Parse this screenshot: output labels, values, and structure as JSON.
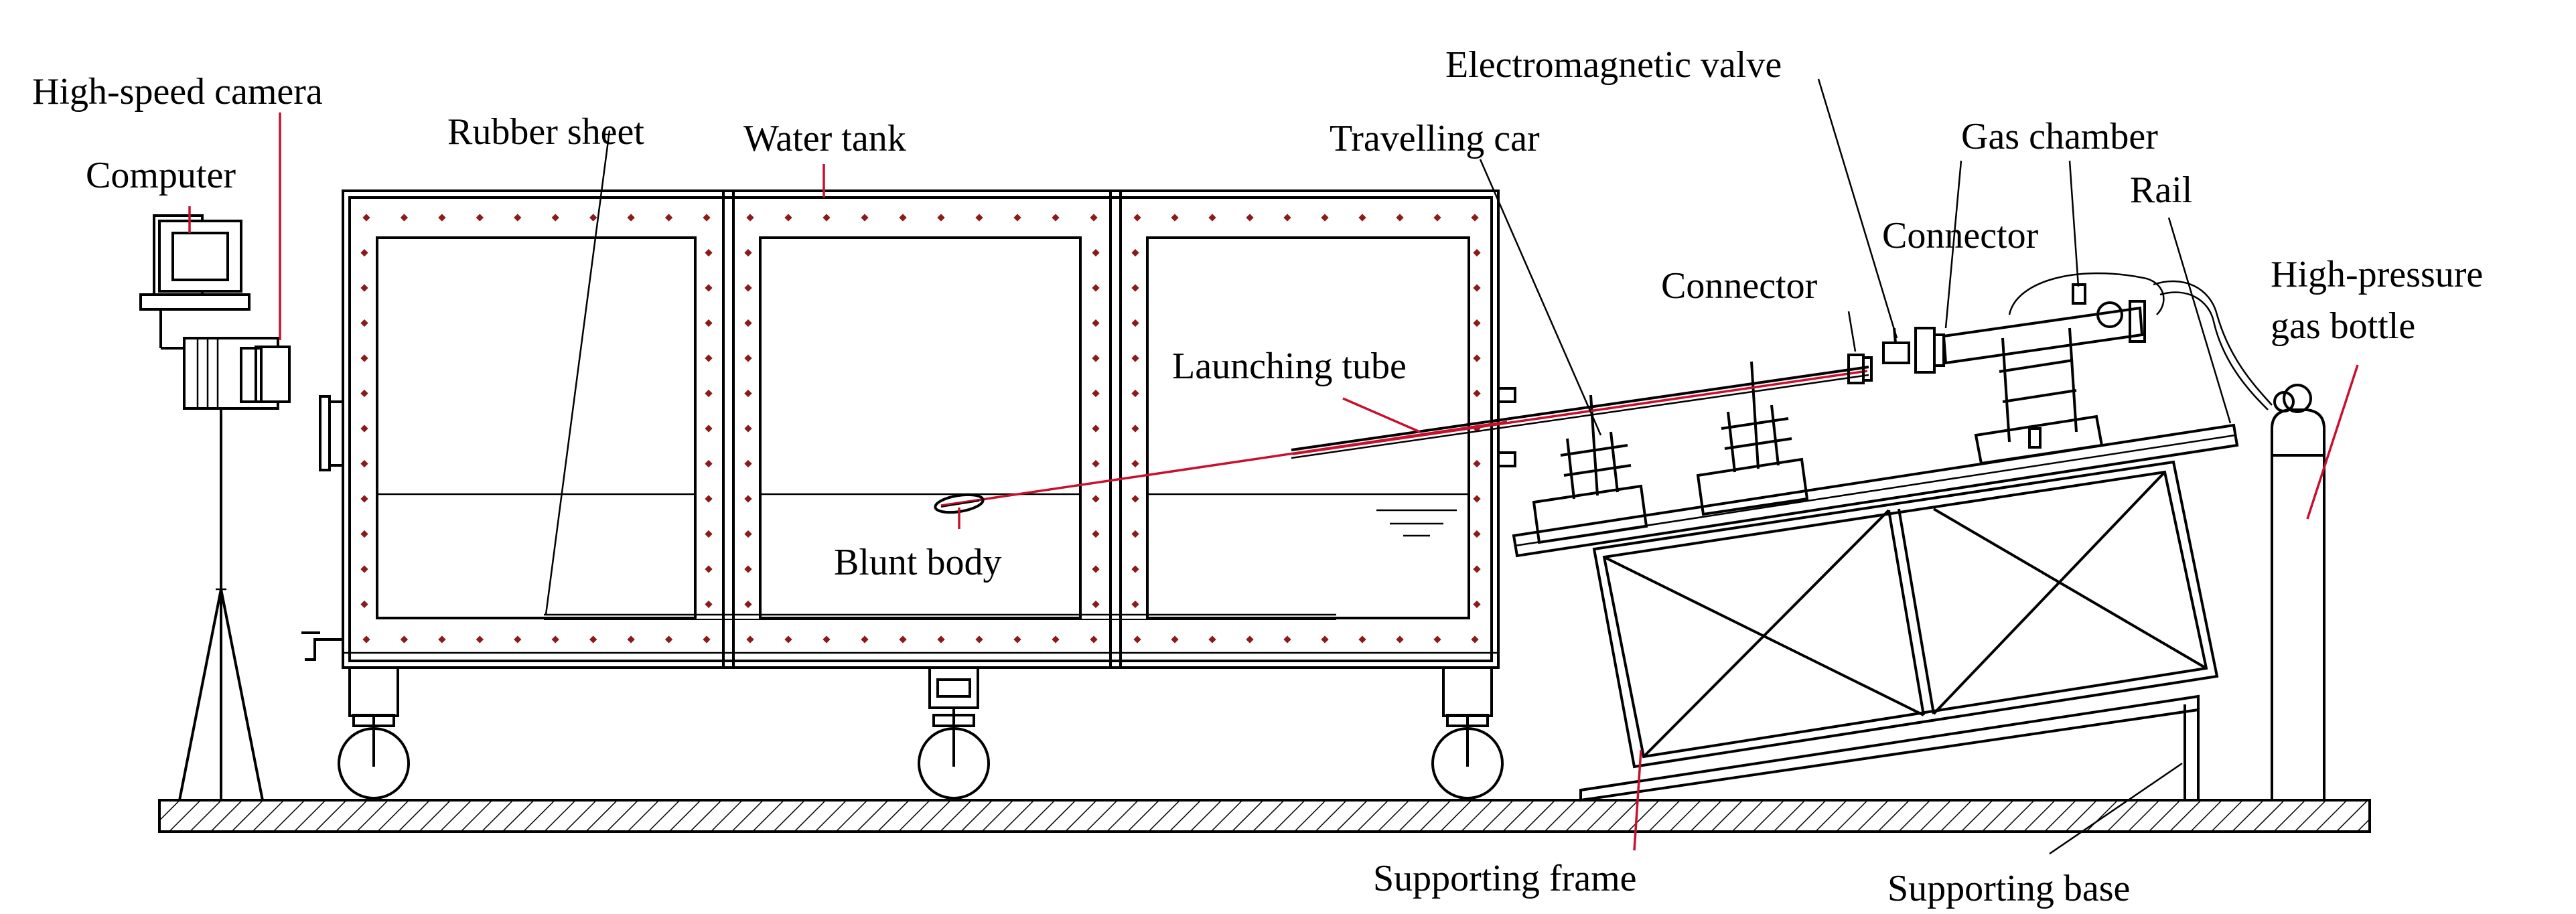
{
  "labels": {
    "high_speed_camera": "High-speed camera",
    "computer": "Computer",
    "rubber_sheet": "Rubber sheet",
    "water_tank": "Water tank",
    "travelling_car": "Travelling car",
    "electromagnetic_valve": "Electromagnetic valve",
    "gas_chamber": "Gas chamber",
    "rail": "Rail",
    "connector_1": "Connector",
    "connector_2": "Connector",
    "high_pressure_line1": "High-pressure",
    "high_pressure_line2": "gas bottle",
    "launching_tube": "Launching tube",
    "blunt_body": "Blunt body",
    "supporting_frame": "Supporting frame",
    "supporting_base": "Supporting base"
  },
  "colors": {
    "line": "#000000",
    "leader_red": "#c8102e",
    "bolt_red": "#8b1a1a"
  }
}
